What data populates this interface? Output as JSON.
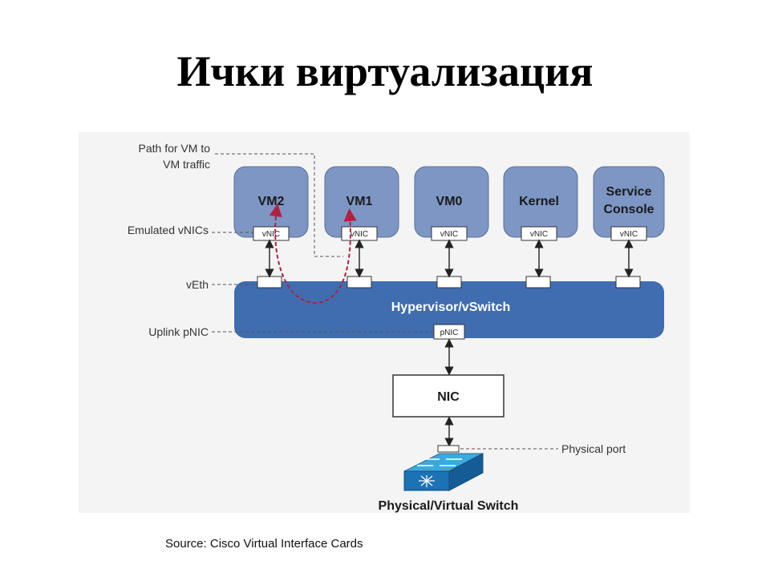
{
  "title": "Ички виртуализация",
  "source": "Source: Cisco Virtual Interface Cards",
  "diagram": {
    "labels": {
      "path_line1": "Path for VM to",
      "path_line2": "VM traffic",
      "emulated": "Emulated vNICs",
      "veth": "vEth",
      "uplink": "Uplink pNIC",
      "physical_port": "Physical port"
    },
    "vms": [
      {
        "line1": "VM2",
        "line2": "",
        "nic": "vNIC"
      },
      {
        "line1": "VM1",
        "line2": "",
        "nic": "vNIC"
      },
      {
        "line1": "VM0",
        "line2": "",
        "nic": "vNIC"
      },
      {
        "line1": "Kernel",
        "line2": "",
        "nic": "vNIC"
      },
      {
        "line1": "Service",
        "line2": "Console",
        "nic": "vNIC"
      }
    ],
    "hypervisor": "Hypervisor/vSwitch",
    "pnic": "pNIC",
    "nic": "NIC",
    "switch_label": "Physical/Virtual Switch"
  },
  "colors": {
    "vm_box": "#7d96c4",
    "hypervisor": "#3f6db0",
    "traffic_path": "#b02040",
    "arrow": "#222222"
  }
}
